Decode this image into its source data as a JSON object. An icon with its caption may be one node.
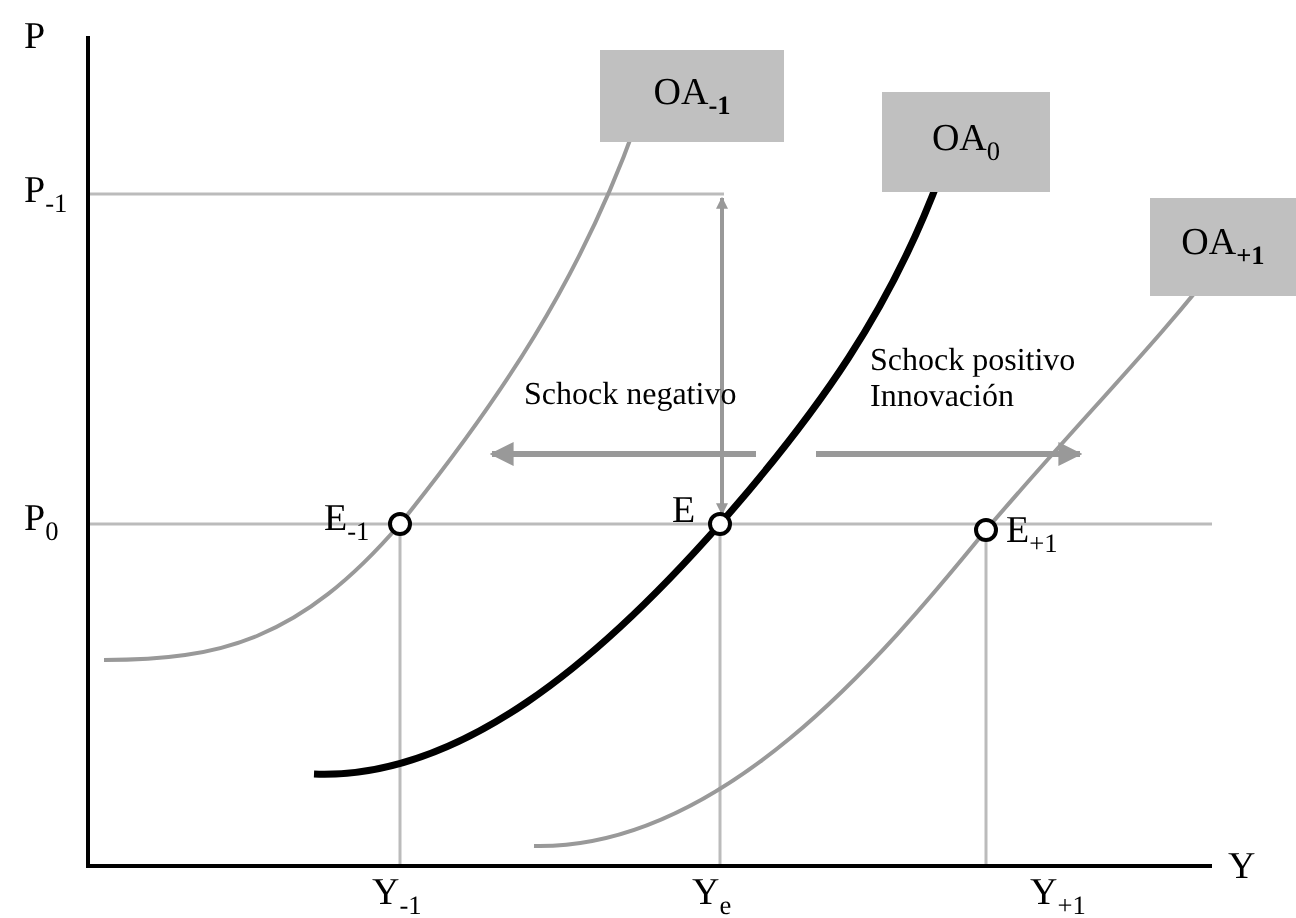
{
  "diagram": {
    "nodes": [
      {
        "text": [
          "OA$_{-1}$"
        ]
      },
      {
        "text": [
          "OA$_{0}$"
        ]
      },
      {
        "text": [
          "OA$_{+1}$"
        ]
      }
    ],
    "labels": [
      "P",
      "P$_{-1}$",
      "Schock positivo Innovación",
      "Schock negativo",
      "E$_{-1}$",
      "E",
      "P$_{0}$",
      "E$_{+1}$",
      "Y$_{-1}$",
      "Y$_{e}$",
      "Y$_{+1}$",
      "Y"
    ]
  }
}
